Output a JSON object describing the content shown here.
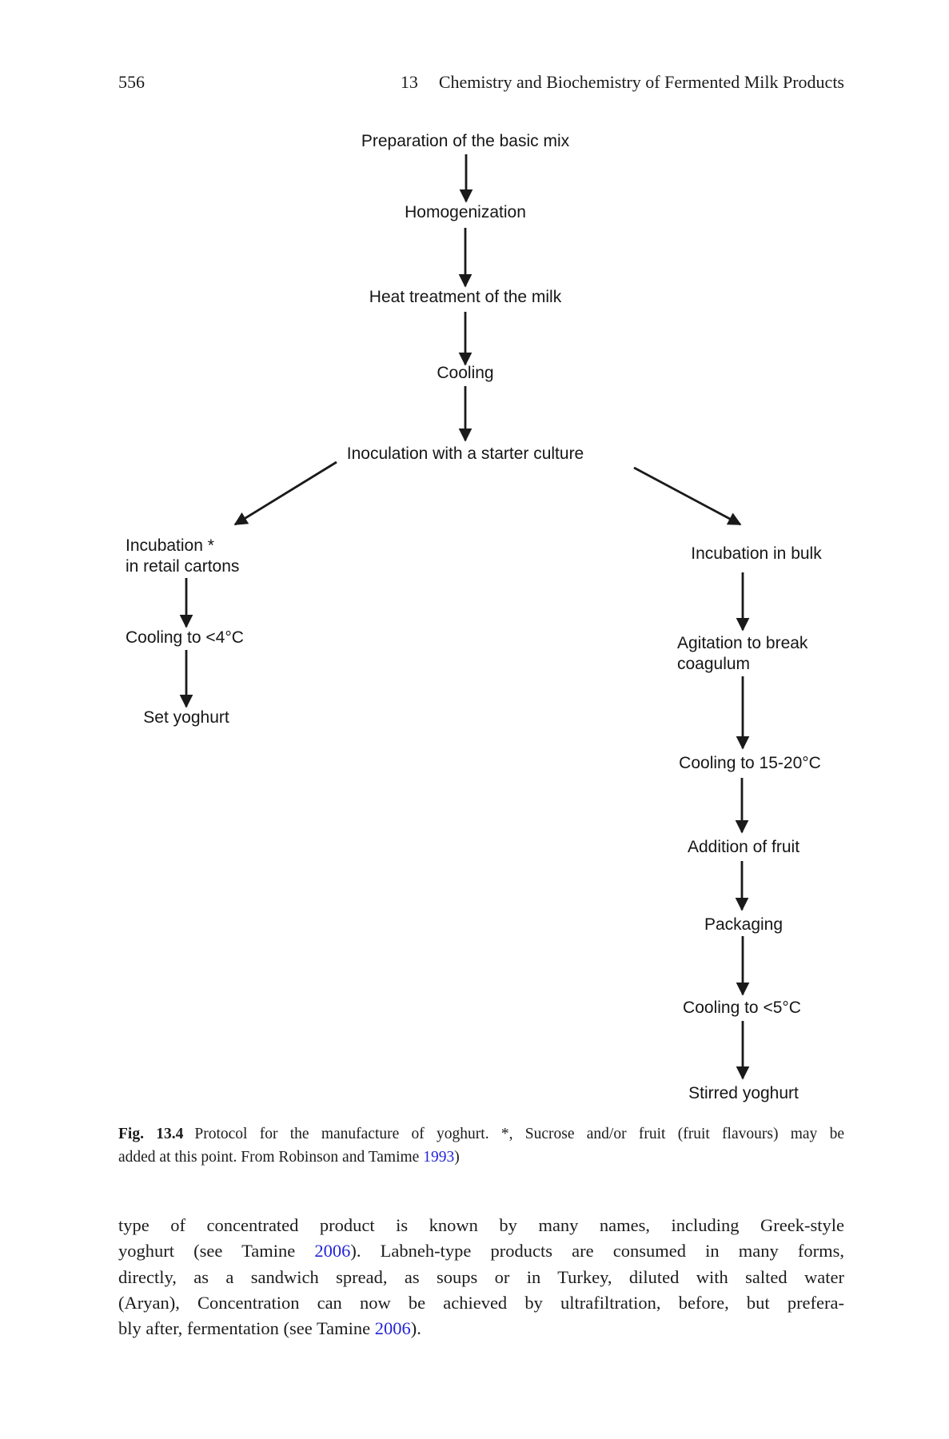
{
  "page": {
    "number": "556",
    "chapter_number": "13",
    "chapter_title": "Chemistry and Biochemistry of Fermented Milk Products"
  },
  "flowchart": {
    "nodes": {
      "preparation": "Preparation of the basic mix",
      "homogenization": "Homogenization",
      "heat_treatment": "Heat treatment of the milk",
      "cooling": "Cooling",
      "inoculation": "Inoculation with a starter culture",
      "incubation_cartons": "Incubation *\nin retail cartons",
      "cooling_4c": "Cooling to <4°C",
      "set_yoghurt": "Set yoghurt",
      "incubation_bulk": "Incubation in bulk",
      "agitation": "Agitation to break\ncoagulum",
      "cooling_15_20c": "Cooling to 15-20°C",
      "addition_fruit": "Addition of fruit",
      "packaging": "Packaging",
      "cooling_5c": "Cooling to <5°C",
      "stirred_yoghurt": "Stirred yoghurt"
    },
    "edges": [
      {
        "from": "preparation",
        "to": "homogenization"
      },
      {
        "from": "homogenization",
        "to": "heat_treatment"
      },
      {
        "from": "heat_treatment",
        "to": "cooling"
      },
      {
        "from": "cooling",
        "to": "inoculation"
      },
      {
        "from": "inoculation",
        "to": "incubation_cartons"
      },
      {
        "from": "inoculation",
        "to": "incubation_bulk"
      },
      {
        "from": "incubation_cartons",
        "to": "cooling_4c"
      },
      {
        "from": "cooling_4c",
        "to": "set_yoghurt"
      },
      {
        "from": "incubation_bulk",
        "to": "agitation"
      },
      {
        "from": "agitation",
        "to": "cooling_15_20c"
      },
      {
        "from": "cooling_15_20c",
        "to": "addition_fruit"
      },
      {
        "from": "addition_fruit",
        "to": "packaging"
      },
      {
        "from": "packaging",
        "to": "cooling_5c"
      },
      {
        "from": "cooling_5c",
        "to": "stirred_yoghurt"
      }
    ]
  },
  "caption": {
    "fig_label": "Fig. 13.4",
    "line1_text": "Protocol for the manufacture of yoghurt. *, Sucrose and/or fruit (fruit flavours) may be",
    "line2_pre": "added at this point. From Robinson and Tamime ",
    "line2_year": "1993",
    "line2_post": ")"
  },
  "body": {
    "line1": "type of concentrated product is known by many names, including Greek-style",
    "line2_pre": "yoghurt (see Tamine ",
    "line2_year": "2006",
    "line2_post": "). Labneh-type products are consumed in many forms,",
    "line3": "directly, as a sandwich spread, as soups or in Turkey, diluted with salted water",
    "line4": "(Aryan), Concentration can now be achieved by ultrafiltration, before, but prefera-",
    "line5_pre": "bly after, fermentation (see Tamine ",
    "line5_year": "2006",
    "line5_post": ")."
  },
  "colors": {
    "text": "#1c1c1c",
    "figure_ink": "#161616",
    "link": "#2424d8"
  }
}
